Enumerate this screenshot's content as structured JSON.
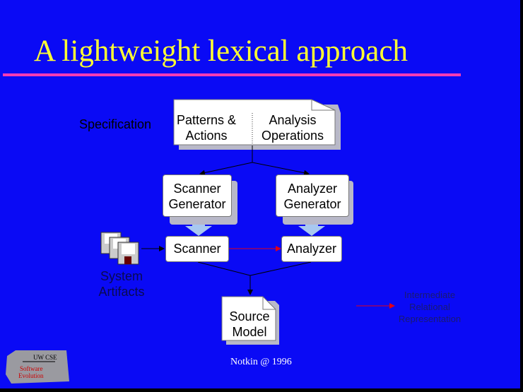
{
  "slide": {
    "title": "A lightweight lexical approach",
    "specification_label": "Specification",
    "spec_doc": {
      "left": "Patterns &\nActions",
      "right": "Analysis\nOperations"
    },
    "scanner_generator": "Scanner\nGenerator",
    "analyzer_generator": "Analyzer\nGenerator",
    "scanner": "Scanner",
    "analyzer": "Analyzer",
    "system_artifacts": "System\nArtifacts",
    "source_model": "Source\nModel",
    "legend_text": "Intermediate\nRelational\nRepresentation",
    "footer": "Notkin @ 1996",
    "logo": {
      "line1": "UW CSE",
      "line2": "Software",
      "line3": "Evolution"
    }
  },
  "colors": {
    "background": "#0a0af5",
    "title": "#ffff33",
    "rule": "#ff3cb4",
    "relation_arrow": "#e0001a"
  }
}
